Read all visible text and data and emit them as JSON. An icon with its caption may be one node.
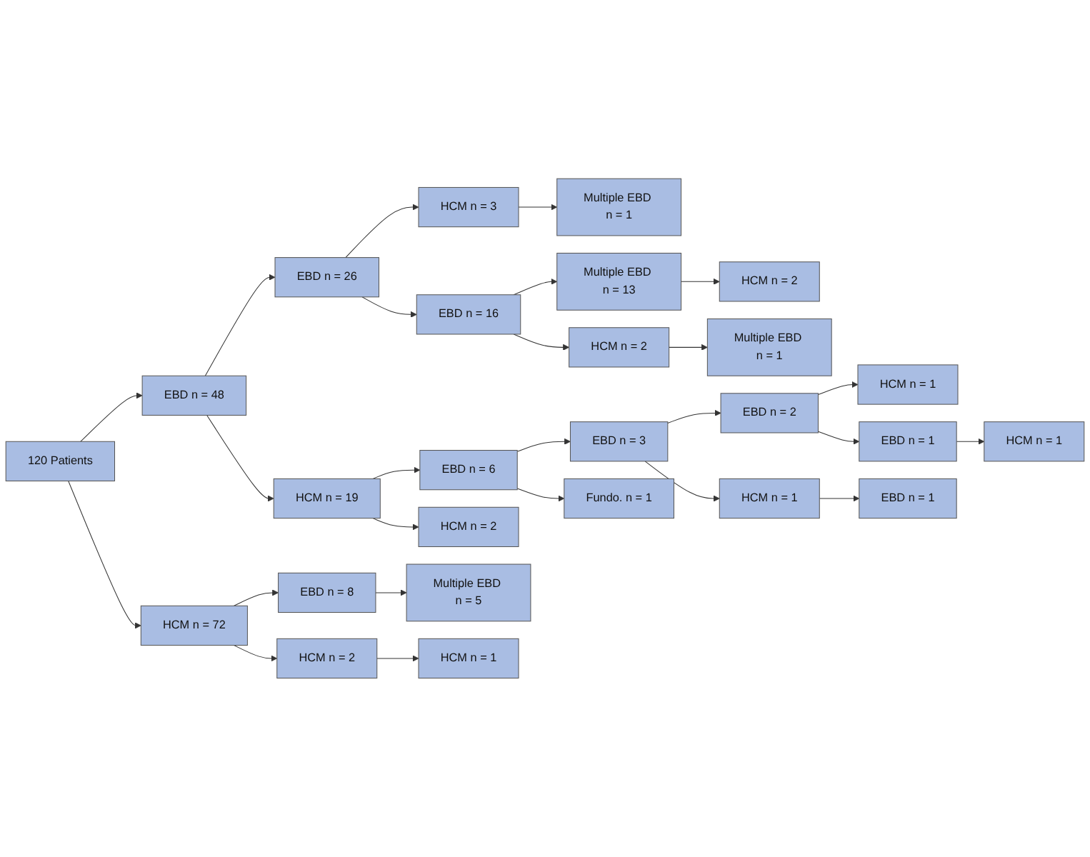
{
  "diagram": {
    "nodes": [
      {
        "text": [
          "120 Patients"
        ]
      },
      {
        "text": [
          "EBD n = 48"
        ]
      },
      {
        "text": [
          "HCM n = 72"
        ]
      },
      {
        "text": [
          "EBD n = 26"
        ]
      },
      {
        "text": [
          "HCM n = 19"
        ]
      },
      {
        "text": [
          "EBD n = 16"
        ]
      },
      {
        "text": [
          "HCM n = 3"
        ]
      },
      {
        "text": [
          "Multiple EBD n = 1"
        ]
      },
      {
        "text": [
          "Multiple EBD n = 13"
        ]
      },
      {
        "text": [
          "HCM n = 2"
        ]
      },
      {
        "text": [
          "HCM n = 2"
        ]
      },
      {
        "text": [
          "Multiple EBD n = 1"
        ]
      },
      {
        "text": [
          "EBD n = 6"
        ]
      },
      {
        "text": [
          "HCM n = 2"
        ]
      },
      {
        "text": [
          "EBD n = 3"
        ]
      },
      {
        "text": [
          "EBD n = 2"
        ]
      },
      {
        "text": [
          "HCM n = 1"
        ]
      },
      {
        "text": [
          "EBD n = 1"
        ]
      },
      {
        "text": [
          "HCM n = 1"
        ]
      },
      {
        "text": [
          "Fundo. n = 1"
        ]
      },
      {
        "text": [
          "HCM n = 1"
        ]
      },
      {
        "text": [
          "EBD n = 1"
        ]
      },
      {
        "text": [
          "EBD n = 8"
        ]
      },
      {
        "text": [
          "Multiple EBD n = 5"
        ]
      },
      {
        "text": [
          "HCM n = 2"
        ]
      },
      {
        "text": [
          "HCM n = 1"
        ]
      }
    ],
    "edges": [
      {
        "from": 0,
        "to": 1,
        "arrow": "to"
      },
      {
        "from": 0,
        "to": 2,
        "arrow": "to"
      },
      {
        "from": 1,
        "to": 3,
        "arrow": "to"
      },
      {
        "from": 1,
        "to": 4,
        "arrow": "to"
      },
      {
        "from": 3,
        "to": 5,
        "arrow": "to"
      },
      {
        "from": 3,
        "to": 6,
        "arrow": "to"
      },
      {
        "from": 6,
        "to": 7,
        "arrow": "to"
      },
      {
        "from": 5,
        "to": 8,
        "arrow": "to"
      },
      {
        "from": 8,
        "to": 9,
        "arrow": "to"
      },
      {
        "from": 5,
        "to": 10,
        "arrow": "to"
      },
      {
        "from": 10,
        "to": 11,
        "arrow": "to"
      },
      {
        "from": 4,
        "to": 12,
        "arrow": "to"
      },
      {
        "from": 4,
        "to": 13,
        "arrow": "to"
      },
      {
        "from": 12,
        "to": 14,
        "arrow": "to"
      },
      {
        "from": 14,
        "to": 15,
        "arrow": "to"
      },
      {
        "from": 15,
        "to": 16,
        "arrow": "to"
      },
      {
        "from": 15,
        "to": 17,
        "arrow": "to"
      },
      {
        "from": 17,
        "to": 18,
        "arrow": "to"
      },
      {
        "from": 12,
        "to": 19,
        "arrow": "to"
      },
      {
        "from": 14,
        "to": 20,
        "arrow": "to"
      },
      {
        "from": 20,
        "to": 21,
        "arrow": "to"
      },
      {
        "from": 2,
        "to": 22,
        "arrow": "to"
      },
      {
        "from": 22,
        "to": 23,
        "arrow": "to"
      },
      {
        "from": 2,
        "to": 24,
        "arrow": "to"
      },
      {
        "from": 24,
        "to": 25,
        "arrow": "to"
      }
    ]
  }
}
